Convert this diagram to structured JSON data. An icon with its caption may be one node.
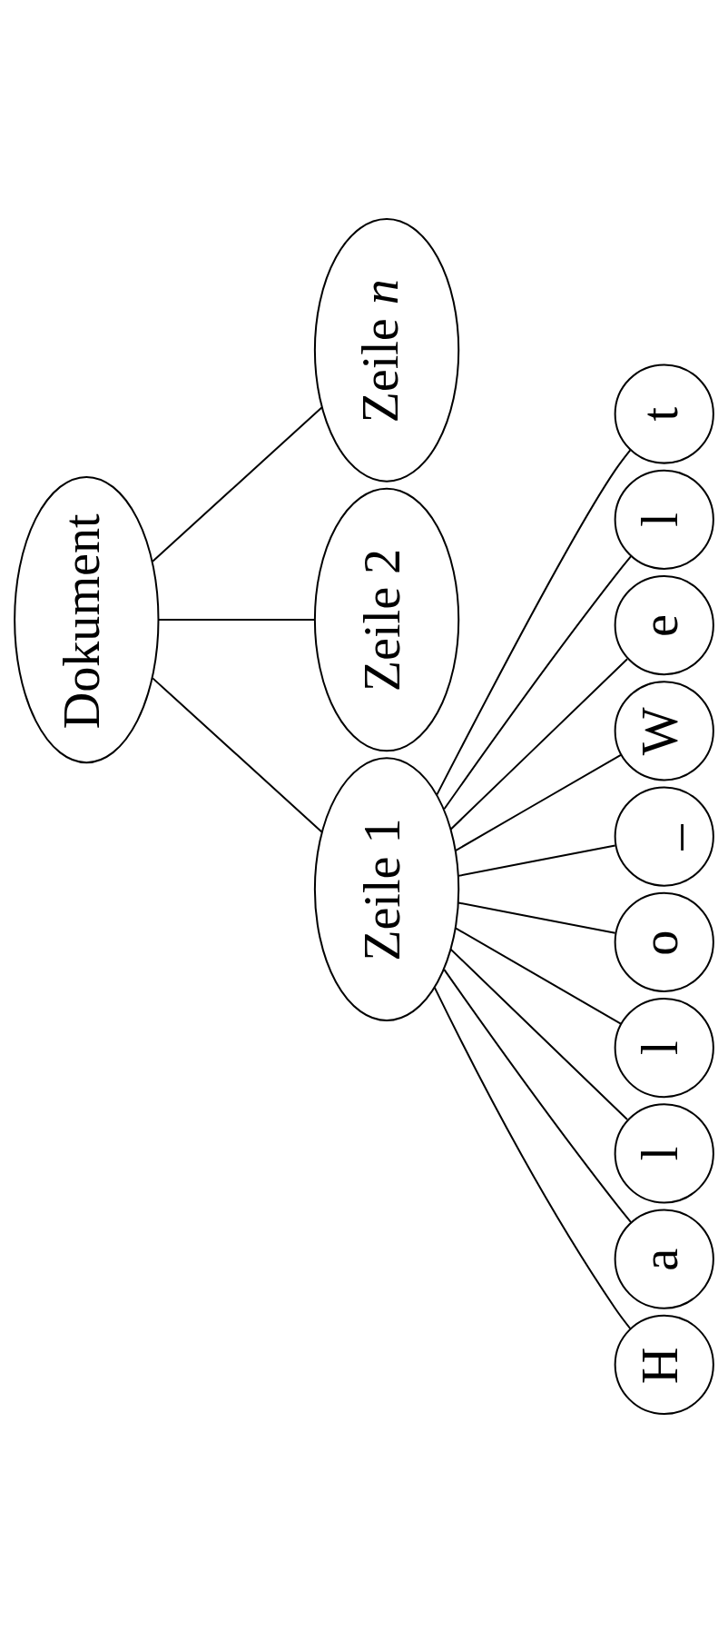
{
  "diagram": {
    "nodes": [
      {
        "text": [
          "Dokument"
        ]
      },
      {
        "text": [
          "Zeile 1"
        ]
      },
      {
        "text": [
          "Zeile 2"
        ]
      },
      {
        "text": [
          "Zeile *n*"
        ]
      },
      {
        "text": [
          "H"
        ]
      },
      {
        "text": [
          "a"
        ]
      },
      {
        "text": [
          "l"
        ]
      },
      {
        "text": [
          "l"
        ]
      },
      {
        "text": [
          "o"
        ]
      },
      {
        "text": [
          "_"
        ]
      },
      {
        "text": [
          "W"
        ]
      },
      {
        "text": [
          "e"
        ]
      },
      {
        "text": [
          "l"
        ]
      },
      {
        "text": [
          "t"
        ]
      }
    ],
    "edges": [
      {
        "from": 0,
        "to": 1,
        "arrow": "none"
      },
      {
        "from": 0,
        "to": 2,
        "arrow": "none"
      },
      {
        "from": 0,
        "to": 3,
        "arrow": "none"
      },
      {
        "from": 1,
        "to": 4,
        "arrow": "none"
      },
      {
        "from": 1,
        "to": 5,
        "arrow": "none"
      },
      {
        "from": 1,
        "to": 6,
        "arrow": "none"
      },
      {
        "from": 1,
        "to": 7,
        "arrow": "none"
      },
      {
        "from": 1,
        "to": 8,
        "arrow": "none"
      },
      {
        "from": 1,
        "to": 9,
        "arrow": "none"
      },
      {
        "from": 1,
        "to": 10,
        "arrow": "none"
      },
      {
        "from": 1,
        "to": 11,
        "arrow": "none"
      },
      {
        "from": 1,
        "to": 12,
        "arrow": "none"
      },
      {
        "from": 1,
        "to": 13,
        "arrow": "none"
      }
    ]
  }
}
